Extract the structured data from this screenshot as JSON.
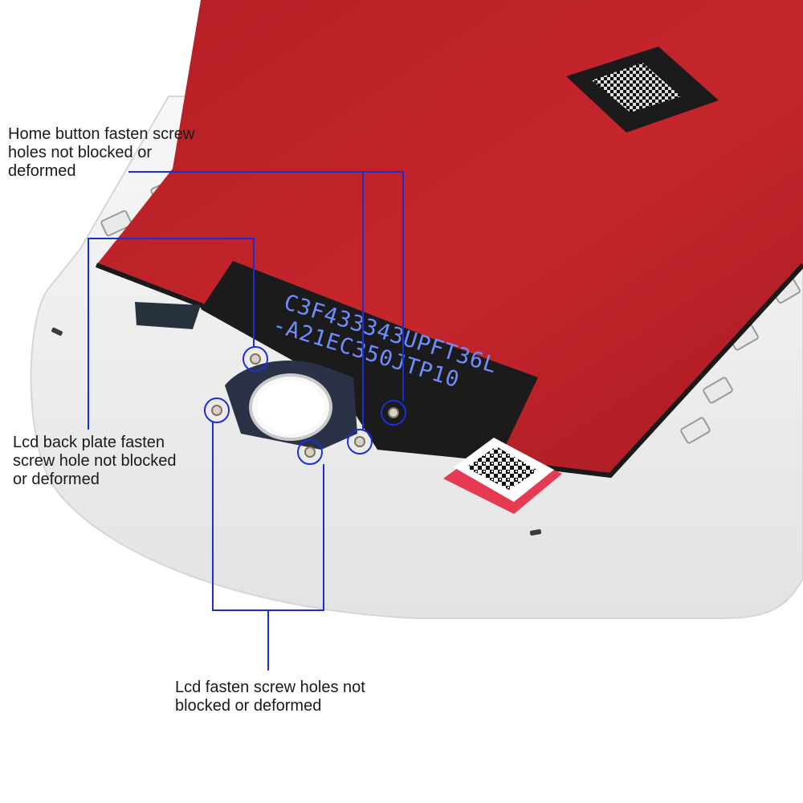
{
  "annotations": {
    "home_button": {
      "lines": [
        "Home button fasten screw",
        "holes not blocked or",
        "deformed"
      ]
    },
    "lcd_back_plate": {
      "lines": [
        "Lcd back plate fasten",
        "screw hole not blocked",
        "or deformed"
      ]
    },
    "lcd_fasten": {
      "lines": [
        "Lcd fasten screw holes not",
        "blocked or deformed"
      ]
    }
  },
  "panel": {
    "serial_line_1": "C3F433343UPFT36L",
    "serial_line_2": "-A21EC350JTP10"
  },
  "colors": {
    "backplate_red": "#c0242a",
    "frame_white": "#f2f2f2",
    "label_sticker_black": "#1b1b1b",
    "callout_blue": "#1c2fd6",
    "serial_blue": "#6f8dff"
  }
}
